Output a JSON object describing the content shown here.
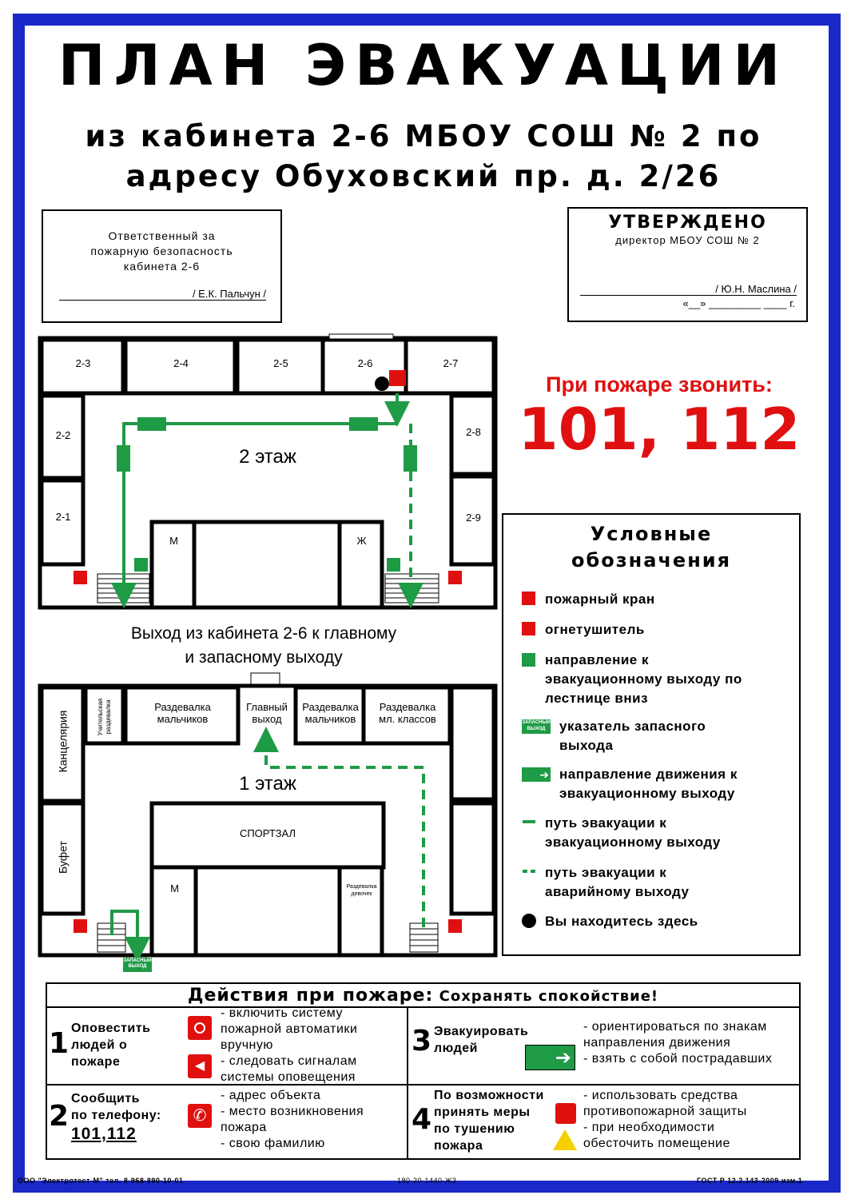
{
  "header": {
    "title": "ПЛАН ЭВАКУАЦИИ",
    "subtitle_line1": "из кабинета 2-6 МБОУ СОШ № 2 по",
    "subtitle_line2": "адресу Обуховский пр. д. 2/26"
  },
  "responsible": {
    "line1": "Ответственный за",
    "line2": "пожарную безопасность",
    "line3": "кабинета 2-6",
    "signature": "/ Е.К. Пальчун /"
  },
  "approved": {
    "title": "УТВЕРЖДЕНО",
    "position": "директор МБОУ СОШ № 2",
    "signature": "/ Ю.Н. Маслина /",
    "date": "«__» _________ ____ г."
  },
  "emergency": {
    "call_label": "При пожаре звонить:",
    "numbers": "101, 112"
  },
  "floor2": {
    "label": "2 этаж",
    "rooms": [
      "2-3",
      "2-4",
      "2-5",
      "2-6",
      "2-7",
      "2-2",
      "2-8",
      "2-1",
      "2-9"
    ],
    "wc_m": "М",
    "wc_f": "Ж"
  },
  "exit_caption": {
    "line1": "Выход из кабинета 2-6 к главному",
    "line2": "и запасному выходу"
  },
  "floor1": {
    "label": "1 этаж",
    "office": "Канцелярия",
    "teachers": "Учительская раздевалка",
    "cloak_boys_1a": "Раздевалка",
    "cloak_boys_1b": "мальчиков",
    "main_exit_a": "Главный",
    "main_exit_b": "выход",
    "cloak_boys_2a": "Раздевалка",
    "cloak_boys_2b": "мальчиков",
    "cloak_jr_a": "Раздевалка",
    "cloak_jr_b": "мл. классов",
    "gym": "СПОРТЗАЛ",
    "buffet": "Буфет",
    "wc_m": "М",
    "cloak_girls_a": "Раздевалка",
    "cloak_girls_b": "девочек",
    "spare_exit_a": "ЗАПАСНЫЙ",
    "spare_exit_b": "ВЫХОД"
  },
  "legend": {
    "title_line1": "Условные",
    "title_line2": "обозначения",
    "items": [
      {
        "text1": "пожарный кран",
        "text2": ""
      },
      {
        "text1": "огнетушитель",
        "text2": ""
      },
      {
        "text1": "направление к",
        "text2": "эвакуационному выходу по",
        "text3": "лестнице вниз"
      },
      {
        "text1": "указатель запасного",
        "text2": "выхода"
      },
      {
        "text1": "направление движения к",
        "text2": "эвакуационному выходу"
      },
      {
        "text1": "путь эвакуации к",
        "text2": "эвакуационному выходу"
      },
      {
        "text1": "путь эвакуации к",
        "text2": "аварийному выходу"
      },
      {
        "text1": "Вы находитесь здесь",
        "text2": ""
      }
    ],
    "spare_sign_a": "ЗАПАСНЫЙ",
    "spare_sign_b": "ВЫХОД"
  },
  "actions": {
    "title": "Действия при пожаре:",
    "title_tail": "Сохранять спокойствие!",
    "step1": {
      "num": "1",
      "h1": "Оповестить",
      "h2": "людей о",
      "h3": "пожаре",
      "t1": "- включить систему",
      "t2": "пожарной автоматики",
      "t3": "вручную",
      "t4": "- следовать сигналам",
      "t5": "системы оповещения"
    },
    "step2": {
      "num": "2",
      "h1": "Сообщить",
      "h2": "по телефону:",
      "phone": "101,112",
      "t1": "- адрес объекта",
      "t2": "- место возникновения",
      "t3": "пожара",
      "t4": "- свою фамилию"
    },
    "step3": {
      "num": "3",
      "h1": "Эвакуировать",
      "h2": "людей",
      "t1": "- ориентироваться по знакам",
      "t2": "направления движения",
      "t3": "- взять с собой пострадавших"
    },
    "step4": {
      "num": "4",
      "h1": "По возможности",
      "h2": "принять меры",
      "h3": "по тушению",
      "h4": "пожара",
      "t1": "- использовать средства",
      "t2": "противопожарной защиты",
      "t3": "- при необходимости",
      "t4": "обесточить помещение"
    }
  },
  "footer": {
    "company": "ООО \"Электротест-М\" тел. 8-968-890-10-01",
    "code": "180-20-1440-Ж3",
    "gost": "ГОСТ Р 12.2.143-2009 изм.1"
  },
  "colors": {
    "border": "#1a28c8",
    "red": "#e01010",
    "green": "#1f9a45"
  }
}
